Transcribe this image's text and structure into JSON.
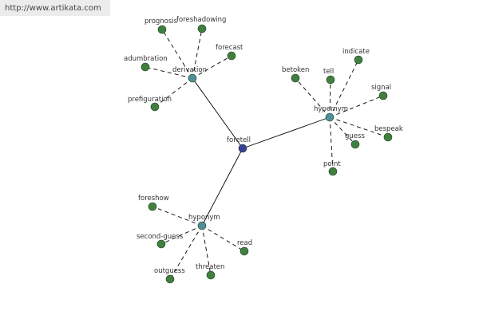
{
  "header": {
    "url": "http://www.artikata.com"
  },
  "colors": {
    "root": "#3a3f9a",
    "hub": "#4f8f98",
    "leaf": "#3f7f3f",
    "edge": "#000000"
  },
  "diagram": {
    "root": {
      "id": "foretell",
      "label": "foretell"
    },
    "hubs": [
      {
        "id": "derivation",
        "label": "derivation"
      },
      {
        "id": "hypernym",
        "label": "hypernym"
      },
      {
        "id": "hyponym",
        "label": "hyponym"
      }
    ],
    "leaves": [
      {
        "id": "prognosis",
        "label": "prognosis",
        "hub": "derivation"
      },
      {
        "id": "foreshadowing",
        "label": "foreshadowing",
        "hub": "derivation"
      },
      {
        "id": "forecast",
        "label": "forecast",
        "hub": "derivation"
      },
      {
        "id": "adumbration",
        "label": "adumbration",
        "hub": "derivation"
      },
      {
        "id": "prefiguration",
        "label": "prefiguration",
        "hub": "derivation"
      },
      {
        "id": "betoken",
        "label": "betoken",
        "hub": "hypernym"
      },
      {
        "id": "tell",
        "label": "tell",
        "hub": "hypernym"
      },
      {
        "id": "indicate",
        "label": "indicate",
        "hub": "hypernym"
      },
      {
        "id": "signal",
        "label": "signal",
        "hub": "hypernym"
      },
      {
        "id": "bespeak",
        "label": "bespeak",
        "hub": "hypernym"
      },
      {
        "id": "guess",
        "label": "guess",
        "hub": "hypernym"
      },
      {
        "id": "point",
        "label": "point",
        "hub": "hypernym"
      },
      {
        "id": "foreshow",
        "label": "foreshow",
        "hub": "hyponym"
      },
      {
        "id": "second-guess",
        "label": "second-guess",
        "hub": "hyponym"
      },
      {
        "id": "read",
        "label": "read",
        "hub": "hyponym"
      },
      {
        "id": "outguess",
        "label": "outguess",
        "hub": "hyponym"
      },
      {
        "id": "threaten",
        "label": "threaten",
        "hub": "hyponym"
      }
    ]
  }
}
